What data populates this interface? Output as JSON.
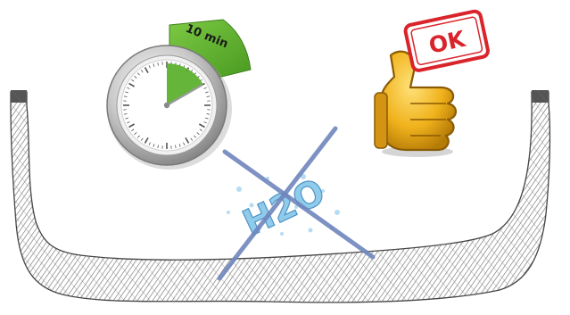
{
  "timer": {
    "label": "10 min",
    "icon": "stopwatch-icon",
    "elapsed_fraction": 0.1667,
    "accent_color": "#5db12f"
  },
  "approval": {
    "stamp_text": "OK",
    "icon": "thumbs-up-icon",
    "stamp_color": "#d9242b",
    "hand_color": "#f0b21c"
  },
  "water": {
    "text": "H2O",
    "crossed_out": true,
    "text_color": "#8fcbea",
    "cross_color": "#6f86bd"
  },
  "trench": {
    "fill_pattern": "crosshatch",
    "outline_color": "#444444"
  }
}
